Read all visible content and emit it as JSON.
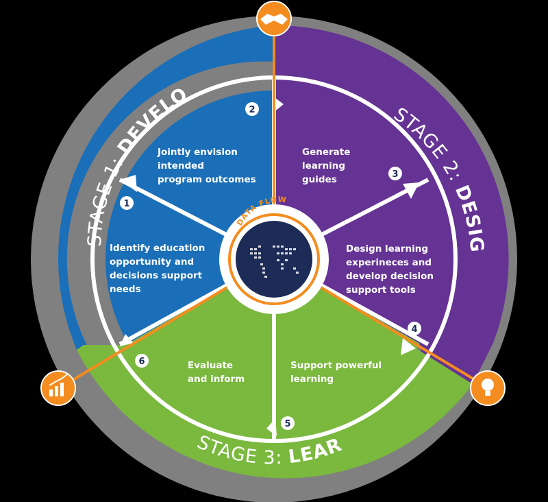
{
  "stages": [
    {
      "prefix": "STAGE 1: ",
      "name": "DEVELOP",
      "color": "#1a6fb8"
    },
    {
      "prefix": "STAGE 2: ",
      "name": "DESIGN",
      "color": "#653393"
    },
    {
      "prefix": "STAGE 3: ",
      "name": "LEARN",
      "color": "#7ab83e"
    }
  ],
  "steps": [
    {
      "num": "1",
      "lines": [
        "Identify education",
        "opportunity and",
        "decisions support",
        "needs"
      ]
    },
    {
      "num": "2",
      "lines": [
        "Jointly envision",
        "intended",
        "program outcomes"
      ]
    },
    {
      "num": "3",
      "lines": [
        "Generate",
        "learning",
        "guides"
      ]
    },
    {
      "num": "4",
      "lines": [
        "Design learning",
        "experineces  and",
        "develop decision",
        "support tools"
      ]
    },
    {
      "num": "5",
      "lines": [
        "Support powerful",
        "learning"
      ]
    },
    {
      "num": "6",
      "lines": [
        "Evaluate",
        "and inform"
      ]
    }
  ],
  "center": {
    "label": "DATA FLOW"
  },
  "icons": [
    {
      "name": "handshake-icon"
    },
    {
      "name": "lightbulb-icon"
    },
    {
      "name": "chart-icon"
    }
  ],
  "colors": {
    "orange": "#f48c1f",
    "ring": "#808080",
    "navy": "#1d2b57"
  }
}
